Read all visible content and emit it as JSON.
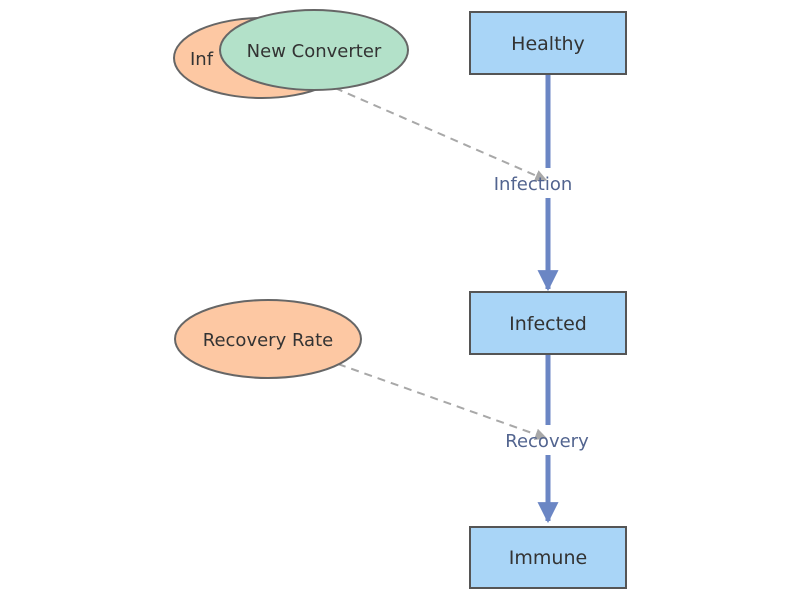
{
  "stocks": [
    {
      "id": "healthy",
      "label": "Healthy"
    },
    {
      "id": "infected",
      "label": "Infected"
    },
    {
      "id": "immune",
      "label": "Immune"
    }
  ],
  "flows": [
    {
      "id": "infection",
      "label": "Infection",
      "from": "healthy",
      "to": "infected"
    },
    {
      "id": "recovery",
      "label": "Recovery",
      "from": "infected",
      "to": "immune"
    }
  ],
  "variables": [
    {
      "id": "infection-rate-partial",
      "label": "Inf"
    },
    {
      "id": "new-converter",
      "label": "New Converter"
    },
    {
      "id": "recovery-rate",
      "label": "Recovery Rate"
    }
  ],
  "colors": {
    "stock_fill": "#a9d5f7",
    "stock_border": "#555555",
    "flow_line": "#6b86c4",
    "flow_label": "#52648f",
    "variable_fill": "#fdc8a3",
    "converter_fill": "#b3e1c9",
    "variable_border": "#666666",
    "link_line": "#a8a8a8",
    "text": "#333333"
  }
}
